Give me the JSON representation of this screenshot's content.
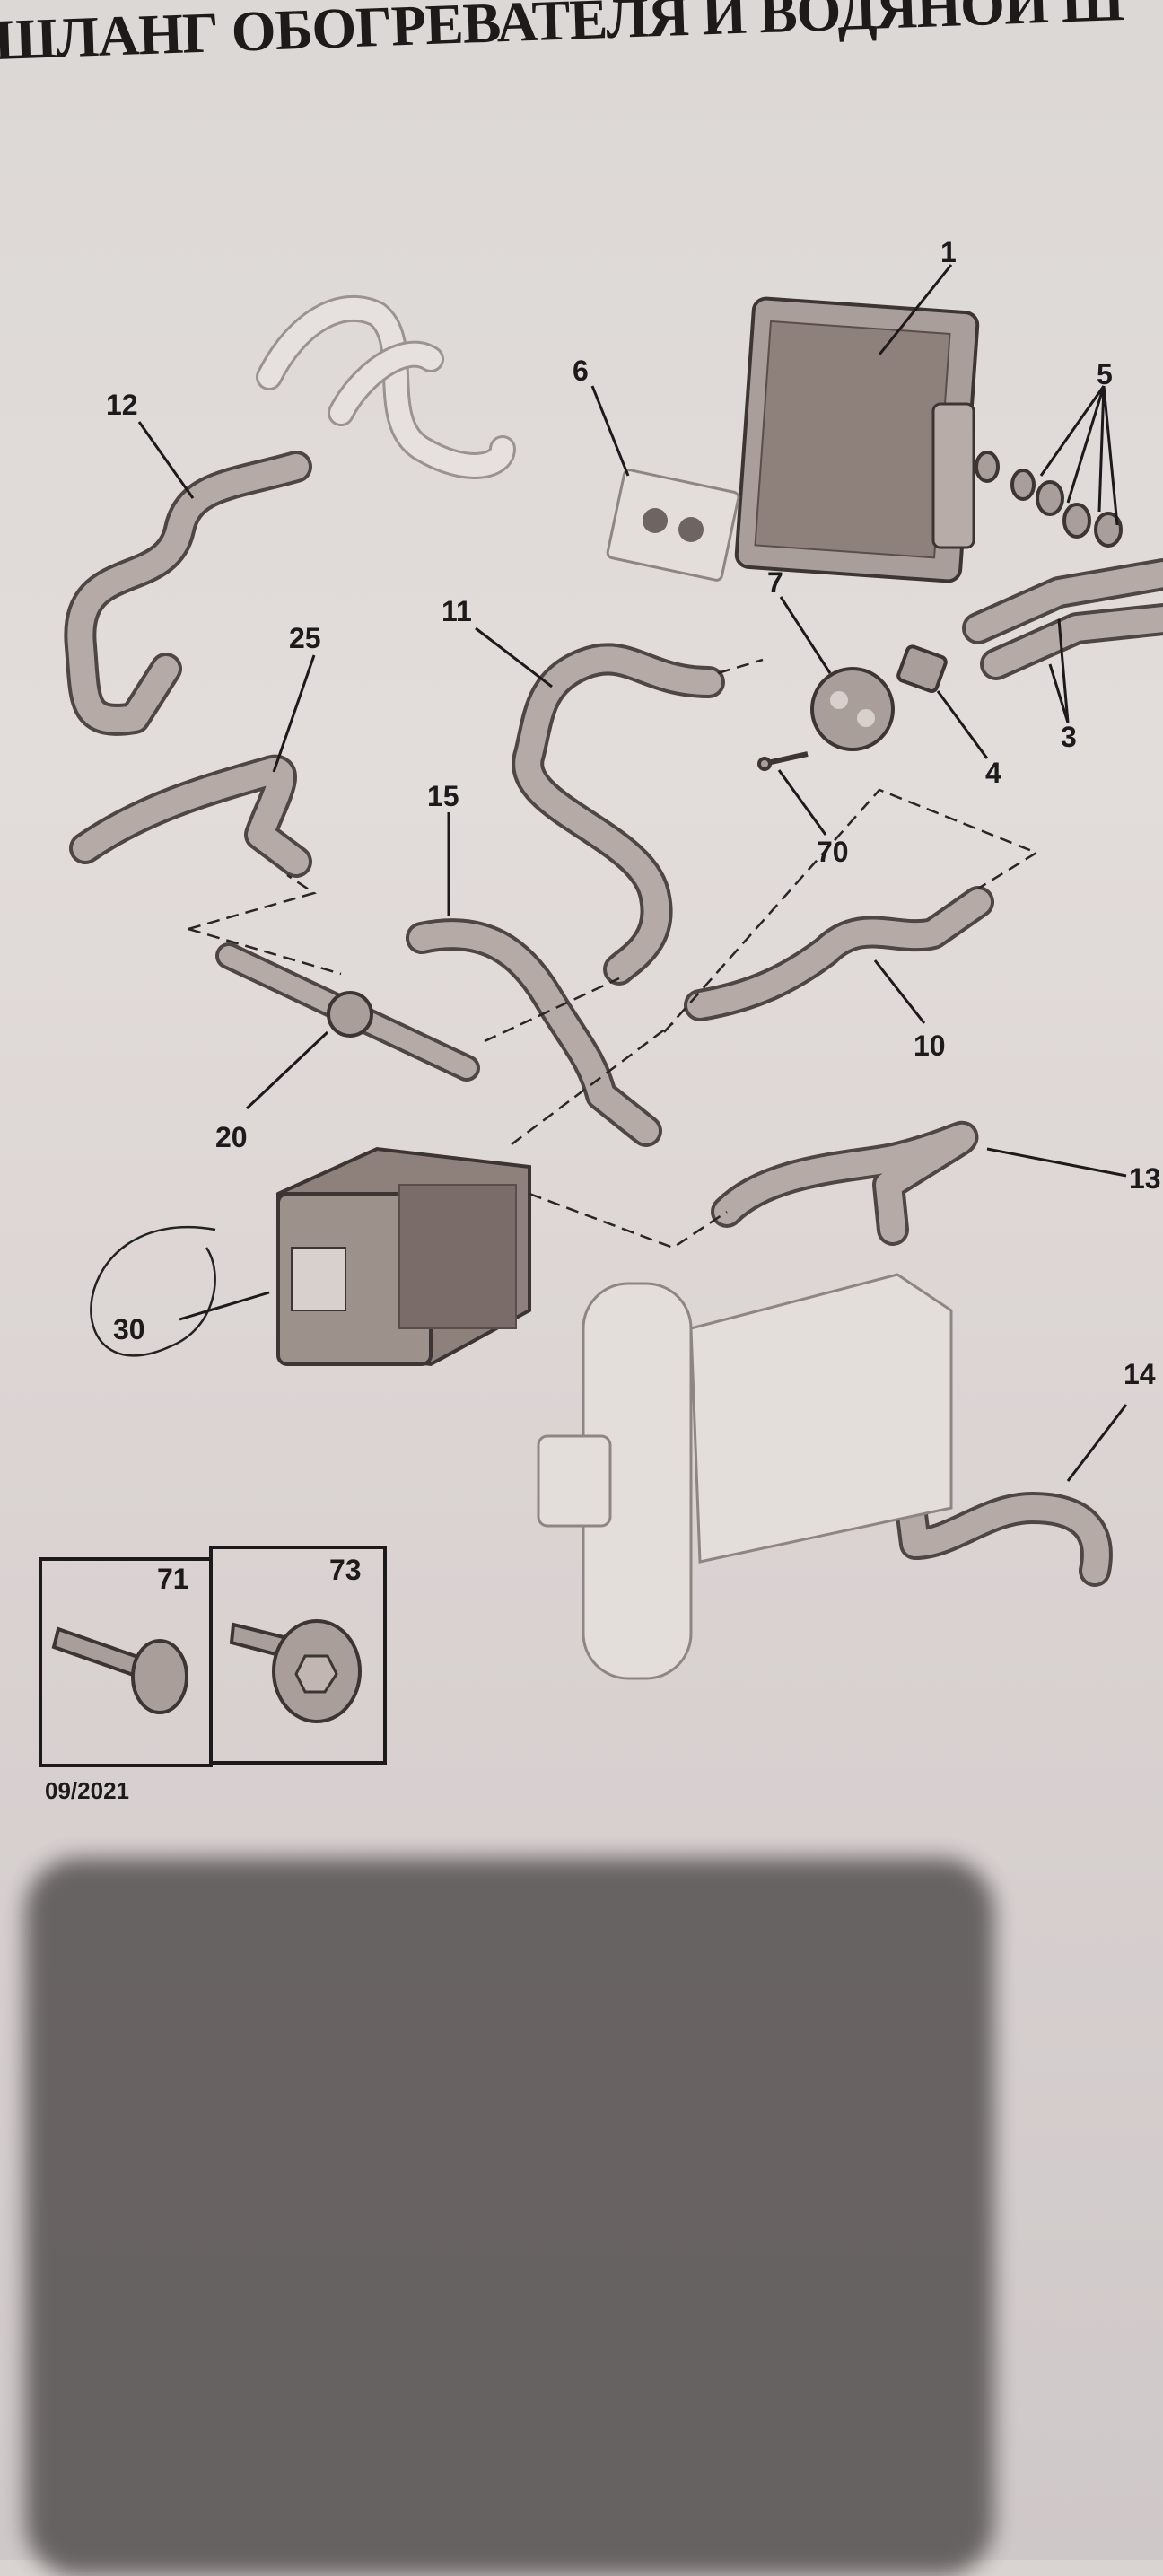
{
  "title": "ШЛАНГ ОБОГРЕВАТЕЛЯ И ВОДЯНОЙ Ш",
  "callouts": {
    "c1": "1",
    "c3": "3",
    "c4": "4",
    "c5": "5",
    "c6": "6",
    "c7": "7",
    "c10": "10",
    "c11": "11",
    "c12": "12",
    "c13": "13",
    "c14": "14",
    "c15": "15",
    "c20": "20",
    "c25": "25",
    "c30": "30",
    "c70": "70"
  },
  "inset": {
    "left_label": "71",
    "right_label": "73"
  },
  "date": "09/2021",
  "colors": {
    "paper": "#dcd8d6",
    "ink": "#1c1a1a",
    "hose": "#4e4644",
    "shadow": "#5f5a5a"
  }
}
